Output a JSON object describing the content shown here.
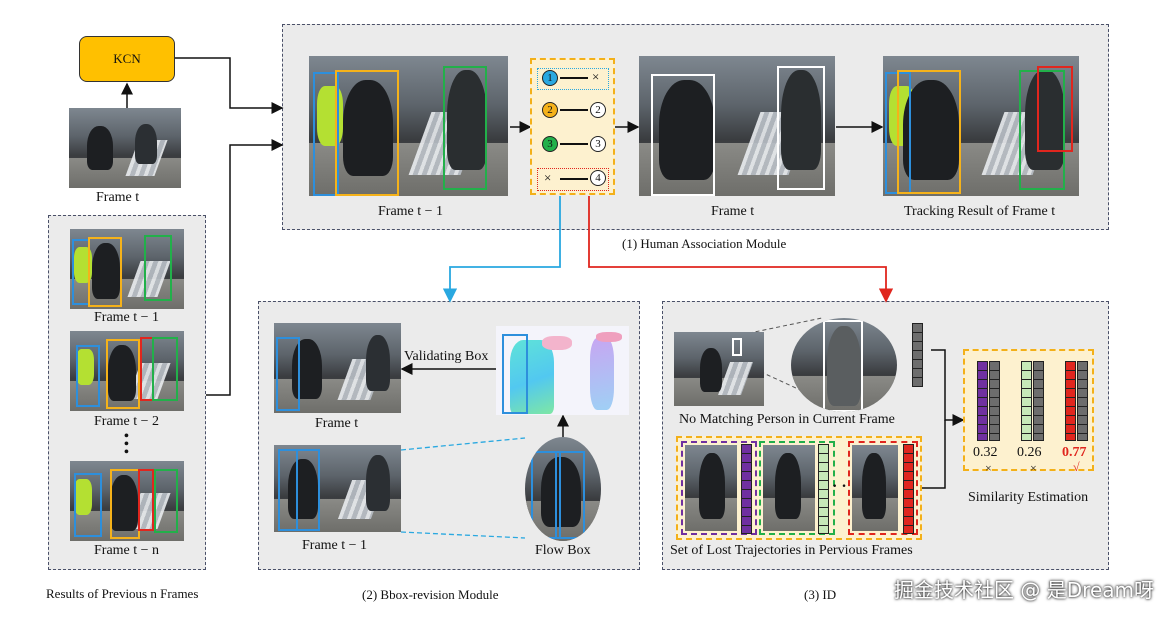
{
  "kcn": {
    "label": "KCN"
  },
  "left_panel": {
    "frame_t": "Frame t",
    "frames": [
      "Frame t − 1",
      "Frame t − 2",
      "Frame t − n"
    ],
    "ellipsis": "•\n•\n•",
    "caption": "Results of Previous n Frames"
  },
  "association_module": {
    "caption": "(1) Human Association Module",
    "frame_prev": "Frame t − 1",
    "frame_cur": "Frame t",
    "result": "Tracking Result of Frame t",
    "matches": [
      {
        "left": "1",
        "right": "×",
        "left_color": "#29a8e0"
      },
      {
        "left": "2",
        "right": "2",
        "left_color": "#f5b21a"
      },
      {
        "left": "3",
        "right": "3",
        "left_color": "#22b04a"
      },
      {
        "left": "×",
        "right": "4",
        "left_color": "#ffffff"
      }
    ]
  },
  "bbox_module": {
    "caption": "(2) Bbox-revision Module",
    "frame_cur": "Frame t",
    "frame_prev": "Frame t − 1",
    "validating_box": "Validating Box",
    "flow_box": "Flow Box"
  },
  "id_module": {
    "caption": "(3) ID",
    "no_match": "No Matching Person in Current Frame",
    "lost_set": "Set of Lost Trajectories in Pervious Frames",
    "similarity_label": "Similarity Estimation",
    "scores": [
      {
        "value": "0.32",
        "mark": "×",
        "color": "#7030a0"
      },
      {
        "value": "0.26",
        "mark": "×",
        "color": "#c6e9b8"
      },
      {
        "value": "0.77",
        "mark": "√",
        "color": "#e0261e"
      }
    ],
    "dots": "· · ·"
  },
  "watermark": "掘金技术社区 @ 是Dream呀",
  "colors": {
    "blue_arrow": "#29a8e0",
    "red_arrow": "#e0261e",
    "panel_border": "#4a5068",
    "panel_fill": "#ebebeb"
  }
}
